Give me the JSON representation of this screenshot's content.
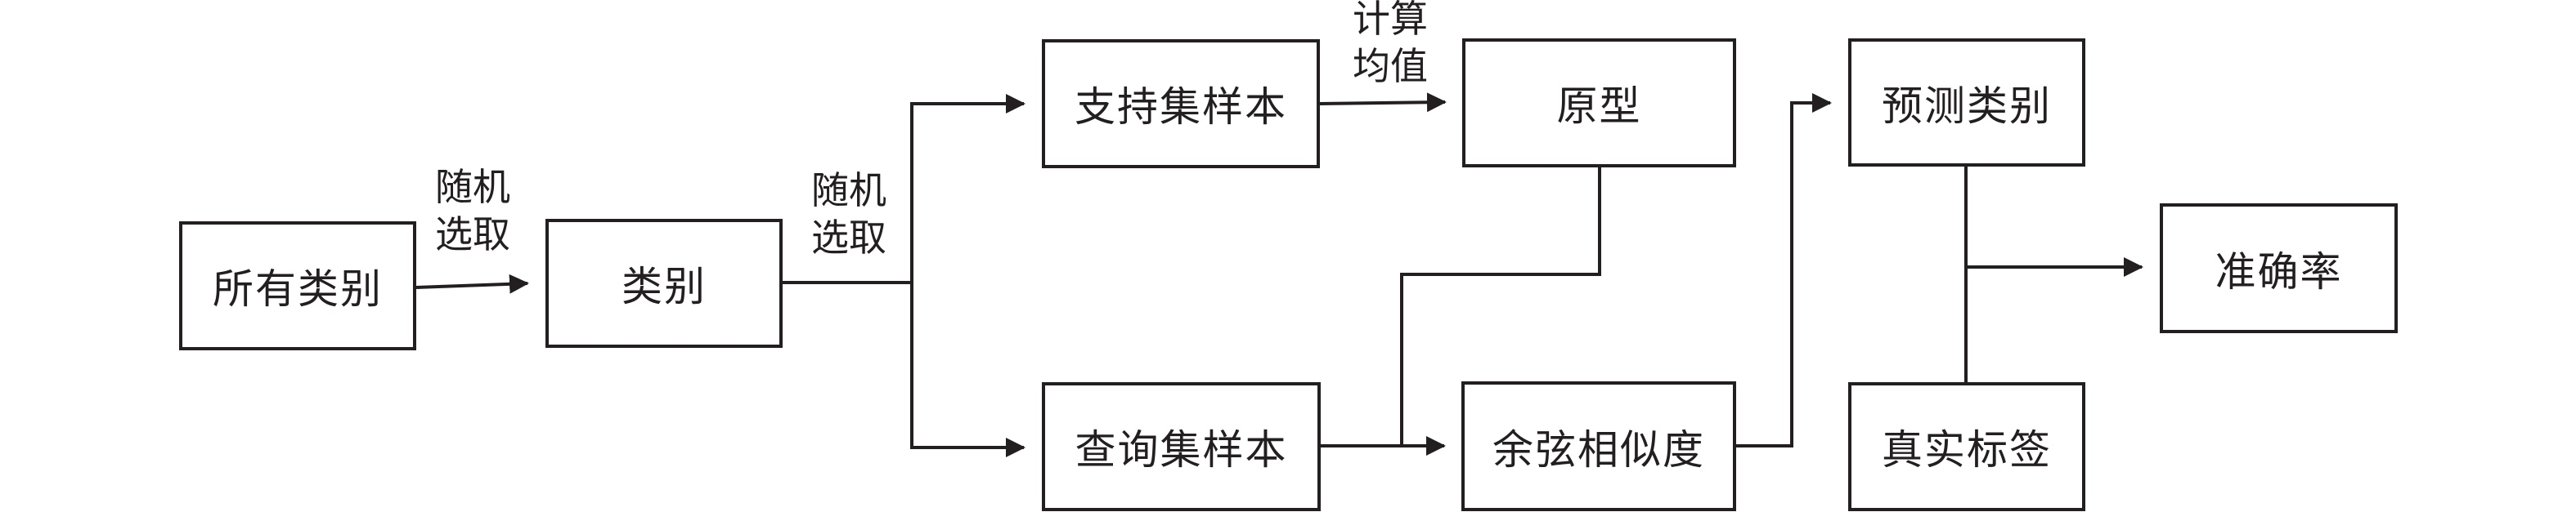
{
  "diagram": {
    "nodes": {
      "all_classes": "所有类别",
      "classes": "类别",
      "support_samples": "支持集样本",
      "query_samples": "查询集样本",
      "prototype": "原型",
      "cosine_similarity": "余弦相似度",
      "predicted_class": "预测类别",
      "true_label": "真实标签",
      "accuracy": "准确率"
    },
    "edge_labels": {
      "random_select_1": [
        "随机",
        "选取"
      ],
      "random_select_2": [
        "随机",
        "选取"
      ],
      "compute_mean": [
        "计算",
        "均值"
      ]
    },
    "edges": [
      {
        "from": "all_classes",
        "to": "classes",
        "label": "random_select_1"
      },
      {
        "from": "classes",
        "to": "support_samples",
        "label": "random_select_2"
      },
      {
        "from": "classes",
        "to": "query_samples",
        "label": "random_select_2"
      },
      {
        "from": "support_samples",
        "to": "prototype",
        "label": "compute_mean"
      },
      {
        "from": "prototype",
        "to": "cosine_similarity"
      },
      {
        "from": "query_samples",
        "to": "cosine_similarity"
      },
      {
        "from": "cosine_similarity",
        "to": "predicted_class"
      },
      {
        "from": "predicted_class",
        "to": "accuracy"
      },
      {
        "from": "true_label",
        "to": "accuracy"
      }
    ],
    "colors": {
      "stroke": "#231f20",
      "background": "#ffffff"
    }
  }
}
